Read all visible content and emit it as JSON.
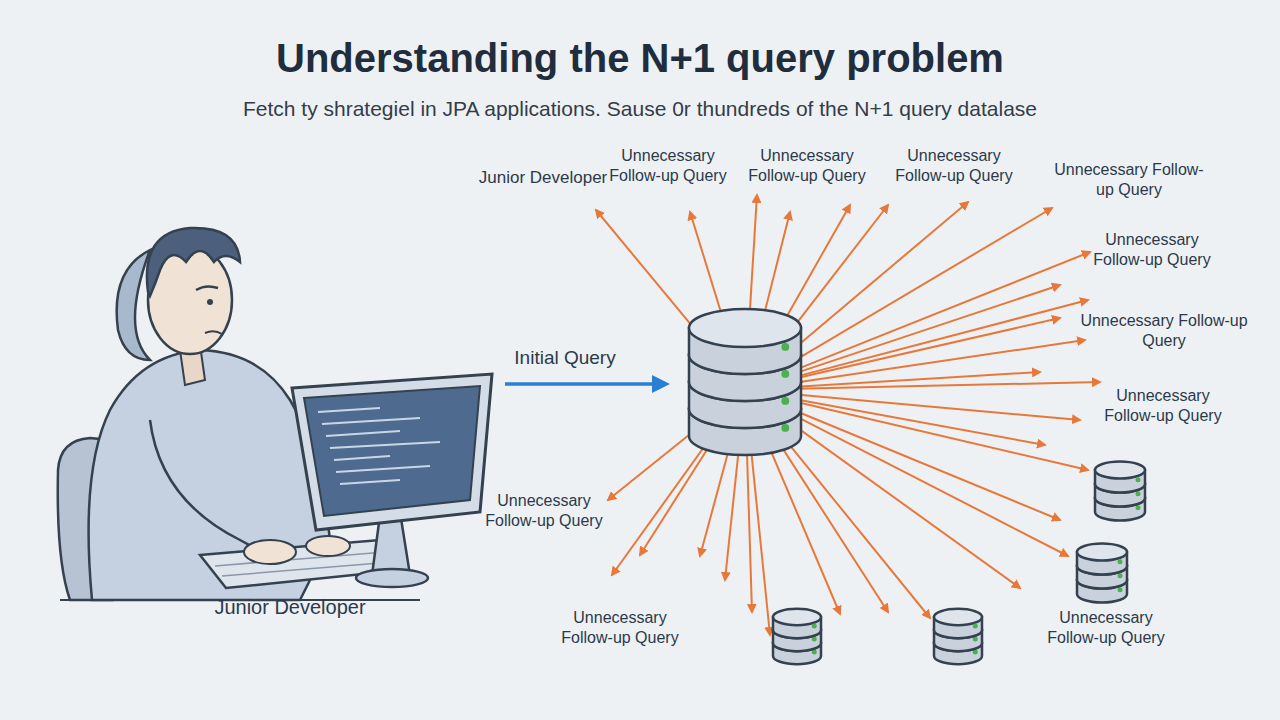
{
  "diagram": {
    "title": "Understanding the N+1 query problem",
    "labels": [
      "Fetch ty shrategiel in JPA applications. Sause 0r thundreds of the N+1 query datalase",
      "Junior Developer",
      "Unnecessary Follow-up Query",
      "Unnecessary Follow-up Query",
      "Unnecessary Follow-up Query",
      "Unnecessary Follow-up Query",
      "Unnecessary Follow-up Query",
      "Unnecessary Follow-up Query",
      "Unnecessary Follow-up Query",
      "Initial Query",
      "Unnecessary Follow-up Query",
      "Unnecessary Follow-up Query",
      "Unnecessary Follow-up Query",
      "Junior Developer"
    ]
  }
}
